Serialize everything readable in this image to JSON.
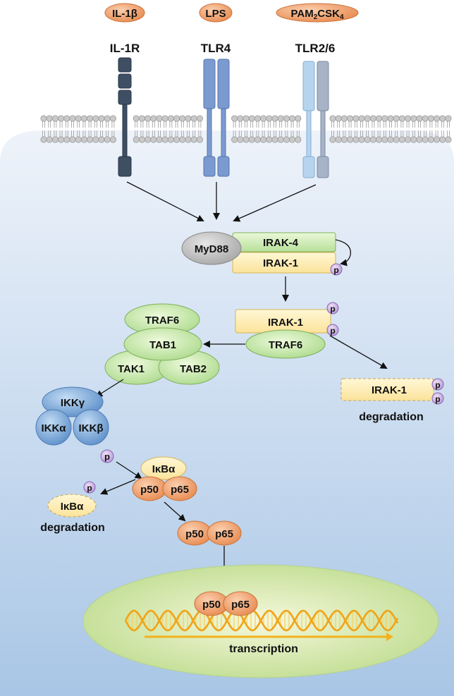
{
  "ligands": {
    "il1b": "IL-1β",
    "lps": "LPS",
    "pam_main": "PAM",
    "pam_sub1": "2",
    "pam_mid": "CSK",
    "pam_sub2": "4"
  },
  "receptors": {
    "il1r": "IL-1R",
    "tlr4": "TLR4",
    "tlr26": "TLR2/6"
  },
  "complex1": {
    "myd88": "MyD88",
    "irak4": "IRAK-4",
    "irak1": "IRAK-1"
  },
  "phospho": "p",
  "complex2": {
    "irak1": "IRAK-1",
    "traf6": "TRAF6"
  },
  "irak_degradation": {
    "irak1": "IRAK-1",
    "label": "degradation"
  },
  "tak_complex": {
    "traf6": "TRAF6",
    "tab1": "TAB1",
    "tak1": "TAK1",
    "tab2": "TAB2"
  },
  "ikk": {
    "gamma": "IKKγ",
    "alpha": "IKKα",
    "beta": "IKKβ"
  },
  "nfkb_inactive": {
    "ikba": "IκBα",
    "p50": "p50",
    "p65": "p65"
  },
  "ikba_degradation": {
    "ikba": "IκBα",
    "label": "degradation"
  },
  "nfkb_free": {
    "p50": "p50",
    "p65": "p65"
  },
  "nucleus": {
    "p50": "p50",
    "p65": "p65",
    "transcription": "transcription"
  }
}
